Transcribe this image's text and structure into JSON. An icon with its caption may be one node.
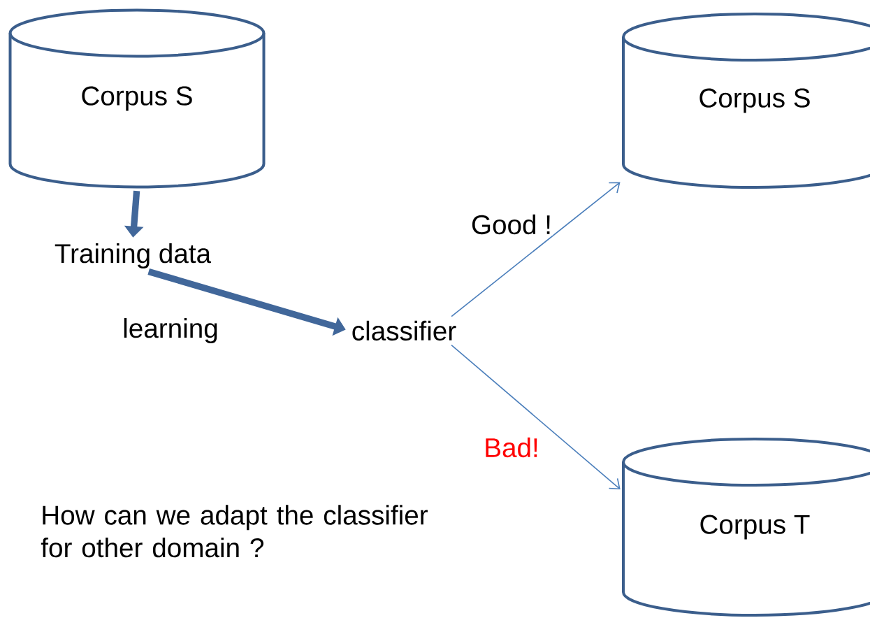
{
  "diagram": {
    "nodes": [
      {
        "text": [
          "Corpus S"
        ]
      },
      {
        "text": [
          "Training data"
        ]
      },
      {
        "text": [
          "classifier"
        ]
      },
      {
        "text": [
          "Corpus S"
        ]
      },
      {
        "text": [
          "Corpus T"
        ]
      }
    ],
    "edges": [
      {
        "from": 0,
        "to": 1,
        "arrow": "to",
        "style": "thick"
      },
      {
        "from": 1,
        "to": 2,
        "arrow": "to",
        "style": "thick",
        "label": "learning"
      },
      {
        "from": 2,
        "to": 3,
        "arrow": "to",
        "label": "Good !",
        "color": "#4a7ebb"
      },
      {
        "from": 2,
        "to": 4,
        "arrow": "to",
        "label": "Bad!",
        "color": "#4a7ebb"
      }
    ],
    "labels": [
      "How can we adapt the classifier for other domain ?"
    ]
  }
}
